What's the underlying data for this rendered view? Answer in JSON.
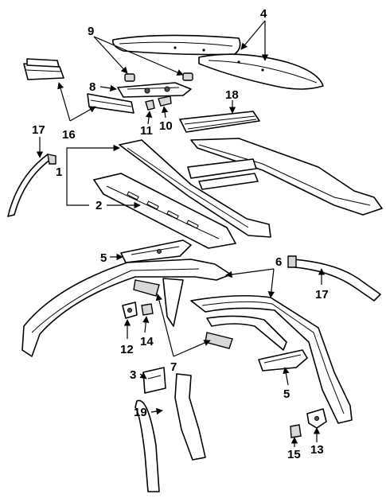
{
  "callouts": {
    "c1": "1",
    "c2": "2",
    "c3": "3",
    "c4": "4",
    "c5a": "5",
    "c5b": "5",
    "c6": "6",
    "c7": "7",
    "c8": "8",
    "c9": "9",
    "c10": "10",
    "c11": "11",
    "c12": "12",
    "c13": "13",
    "c14": "14",
    "c15": "15",
    "c16": "16",
    "c17a": "17",
    "c17b": "17",
    "c18": "18",
    "c19": "19"
  }
}
